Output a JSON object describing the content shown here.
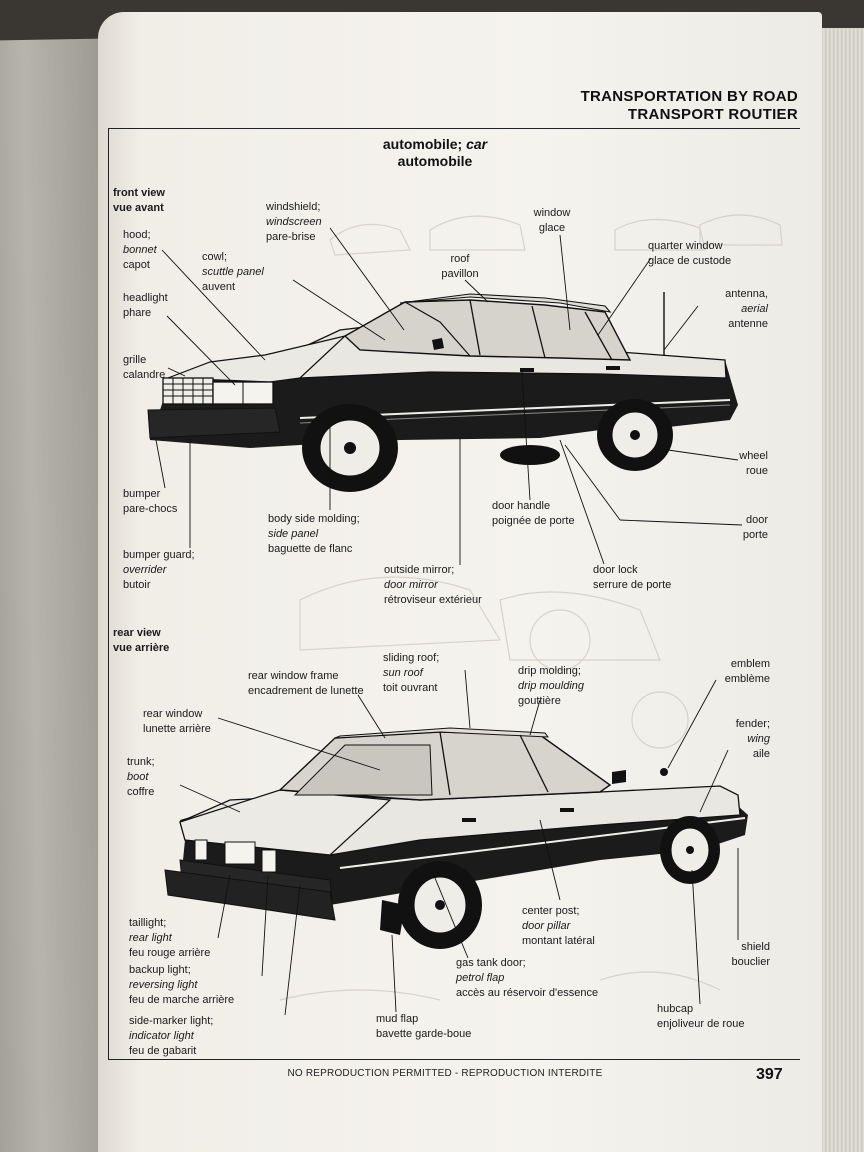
{
  "header": {
    "title_en": "TRANSPORTATION BY ROAD",
    "title_fr": "TRANSPORT ROUTIER"
  },
  "section": {
    "title_en": "automobile;",
    "title_en_alt": "car",
    "title_fr": "automobile"
  },
  "front_view": {
    "heading_en": "front view",
    "heading_fr": "vue avant",
    "labels": [
      {
        "en": "hood;",
        "en_alt": "bonnet",
        "fr": "capot"
      },
      {
        "en": "cowl;",
        "en_alt": "scuttle panel",
        "fr": "auvent"
      },
      {
        "en": "windshield;",
        "en_alt": "windscreen",
        "fr": "pare-brise"
      },
      {
        "en": "window",
        "fr": "glace"
      },
      {
        "en": "roof",
        "fr": "pavillon"
      },
      {
        "en": "quarter window",
        "fr": "glace de custode"
      },
      {
        "en": "antenna,",
        "en_alt": "aerial",
        "fr": "antenne"
      },
      {
        "en": "headlight",
        "fr": "phare"
      },
      {
        "en": "grille",
        "fr": "calandre"
      },
      {
        "en": "wheel",
        "fr": "roue"
      },
      {
        "en": "bumper",
        "fr": "pare-chocs"
      },
      {
        "en": "body side molding;",
        "en_alt": "side panel",
        "fr": "baguette de flanc"
      },
      {
        "en": "door handle",
        "fr": "poignée de porte"
      },
      {
        "en": "door",
        "fr": "porte"
      },
      {
        "en": "bumper guard;",
        "en_alt": "overrider",
        "fr": "butoir"
      },
      {
        "en": "outside mirror;",
        "en_alt": "door mirror",
        "fr": "rétroviseur extérieur"
      },
      {
        "en": "door lock",
        "fr": "serrure de porte"
      }
    ]
  },
  "rear_view": {
    "heading_en": "rear view",
    "heading_fr": "vue arrière",
    "labels": [
      {
        "en": "sliding roof;",
        "en_alt": "sun roof",
        "fr": "toit ouvrant"
      },
      {
        "en": "rear window frame",
        "fr": "encadrement de lunette"
      },
      {
        "en": "drip molding;",
        "en_alt": "drip moulding",
        "fr": "gouttière"
      },
      {
        "en": "emblem",
        "fr": "emblème"
      },
      {
        "en": "rear window",
        "fr": "lunette arrière"
      },
      {
        "en": "fender;",
        "en_alt": "wing",
        "fr": "aile"
      },
      {
        "en": "trunk;",
        "en_alt": "boot",
        "fr": "coffre"
      },
      {
        "en": "taillight;",
        "en_alt": "rear light",
        "fr": "feu rouge arrière"
      },
      {
        "en": "center post;",
        "en_alt": "door pillar",
        "fr": "montant latéral"
      },
      {
        "en": "shield",
        "fr": "bouclier"
      },
      {
        "en": "backup light;",
        "en_alt": "reversing light",
        "fr": "feu de marche arrière"
      },
      {
        "en": "gas tank door;",
        "en_alt": "petrol flap",
        "fr": "accès au réservoir d'essence"
      },
      {
        "en": "side-marker light;",
        "en_alt": "indicator light",
        "fr": "feu de gabarit"
      },
      {
        "en": "mud flap",
        "fr": "bavette garde-boue"
      },
      {
        "en": "hubcap",
        "fr": "enjoliveur de roue"
      }
    ]
  },
  "footer": {
    "note": "NO REPRODUCTION PERMITTED - REPRODUCTION INTERDITE",
    "page_number": "397"
  },
  "icons": [
    "front-car-illustration",
    "rear-car-illustration"
  ]
}
